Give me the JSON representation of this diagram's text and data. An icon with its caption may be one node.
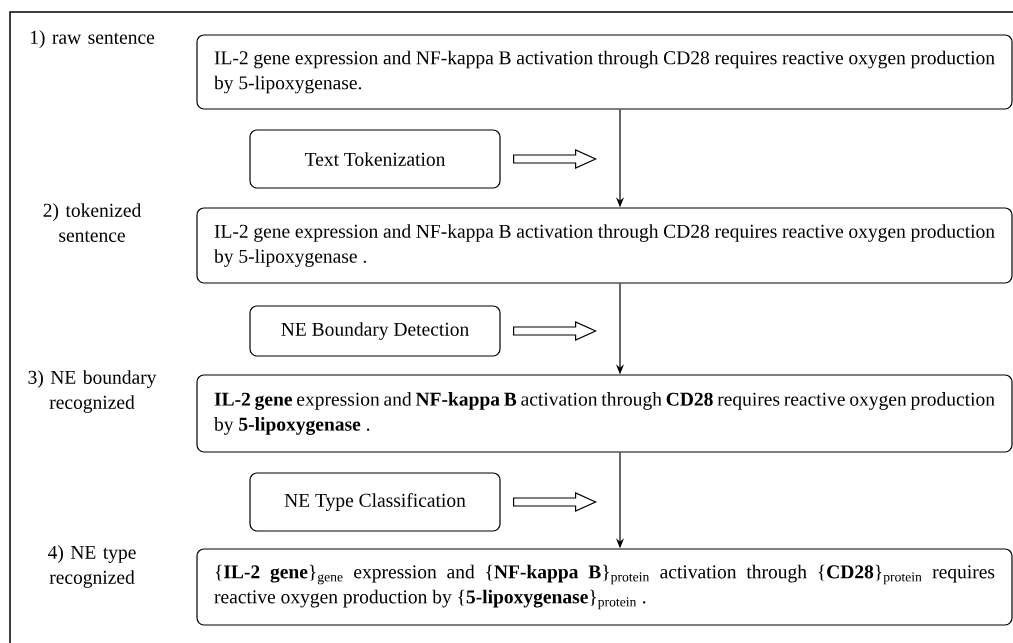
{
  "diagram": {
    "nodes": [
      {
        "text": [
          "IL-2 gene expression and NF-kappa B activation through CD28 requires reactive oxygen production by 5-lipoxygenase."
        ]
      },
      {
        "text": [
          "IL-2 gene expression and NF-kappa B activation through CD28 requires reactive oxygen production by 5-lipoxygenase ."
        ]
      },
      {
        "text": [
          "**IL-2 gene** expression and **NF-kappa B** activation through **CD28** requires reactive oxygen production by **5-lipoxygenase** ."
        ]
      },
      {
        "text": [
          "{**IL-2 gene**}$_{gene}$ expression and {**NF-kappa B**}$_{protein}$ activation through {**CD28**}$_{protein}$ requires reactive oxygen production by {**5-lipoxygenase**}$_{protein}$ ."
        ]
      },
      {
        "text": [
          "Text Tokenization"
        ]
      },
      {
        "text": [
          "NE Boundary Detection"
        ]
      },
      {
        "text": [
          "NE Type Classification"
        ]
      }
    ],
    "edges": [
      {
        "from": 0,
        "to": 1,
        "arrow": "to"
      },
      {
        "from": 1,
        "to": 2,
        "arrow": "to"
      },
      {
        "from": 2,
        "to": 3,
        "arrow": "to"
      },
      {
        "from": 4,
        "to": null,
        "arrow": "to"
      },
      {
        "from": 5,
        "to": null,
        "arrow": "to"
      },
      {
        "from": 6,
        "to": null,
        "arrow": "to"
      }
    ],
    "labels": [
      "1) raw sentence",
      "2) tokenized sentence",
      "3) NE boundary recognized",
      "4) NE type recognized"
    ]
  }
}
